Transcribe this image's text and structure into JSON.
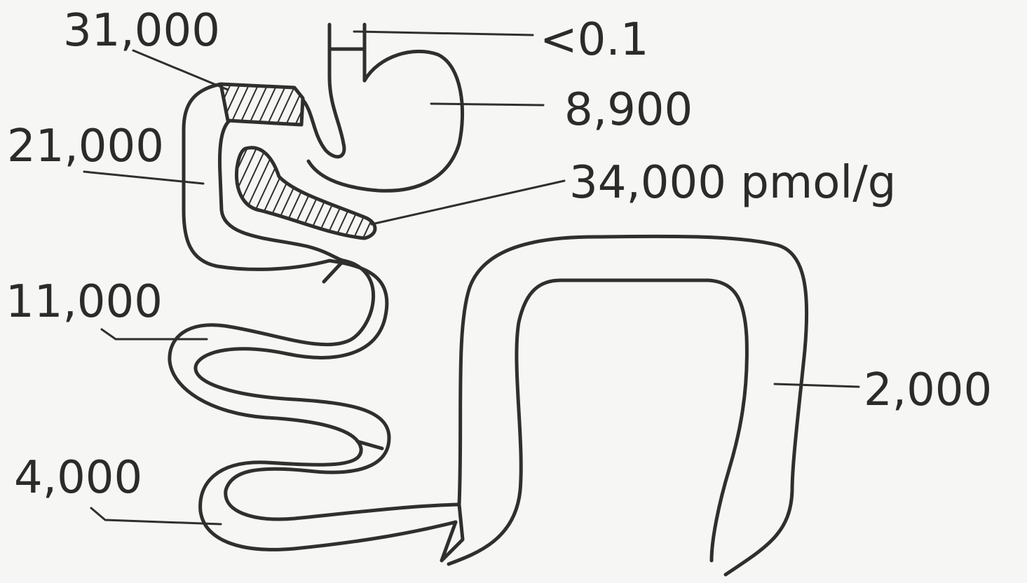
{
  "colors": {
    "ink": "#2f2f2f",
    "paper": "#f6f6f4"
  },
  "labels": {
    "duodenal_bulb": "31,000",
    "esophagus": "<0.1",
    "stomach": "8,900",
    "duodenum": "21,000",
    "pancreas": "34,000 pmol/g",
    "jejunum": "11,000",
    "colon": "2,000",
    "ileum": "4,000"
  }
}
